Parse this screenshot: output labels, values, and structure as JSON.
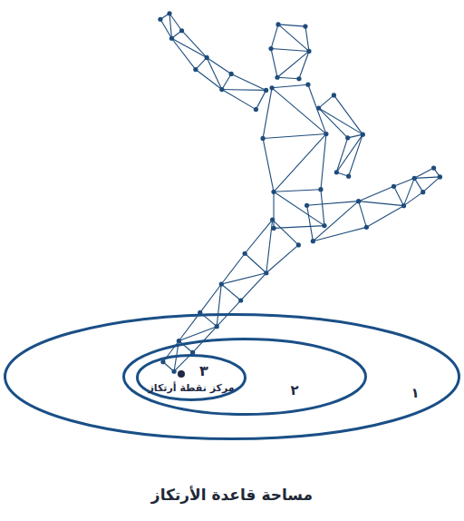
{
  "diagram": {
    "caption": "مساحة قاعدة الأرتكاز",
    "nodes": [
      {
        "text": [
          "١"
        ]
      },
      {
        "text": [
          "٢"
        ],
        "in": 0
      },
      {
        "text": [
          "٣",
          "مركز نقطة أرتكاز"
        ],
        "in": 1
      }
    ]
  }
}
